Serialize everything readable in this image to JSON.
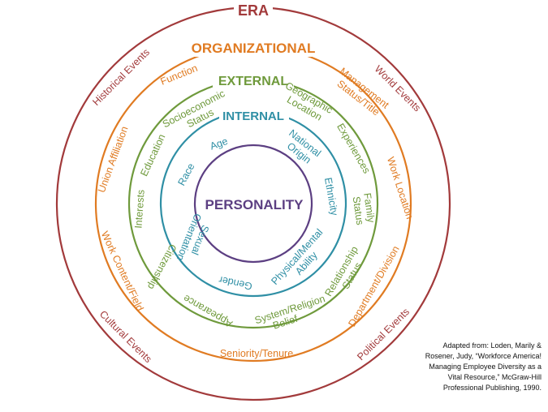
{
  "colors": {
    "era": "#a23a3b",
    "organizational": "#e07b22",
    "external": "#6f9a3c",
    "internal": "#2f8fa5",
    "personality": "#5c3f82"
  },
  "titles": {
    "era": "ERA",
    "organizational": "ORGANIZATIONAL",
    "external": "EXTERNAL",
    "internal": "INTERNAL",
    "personality": "PERSONALITY"
  },
  "internal_labels": [
    "Age",
    "National Origin",
    "Ethnicity",
    "Physical/Mental Ability",
    "Gender",
    "Sexual Orientation",
    "Race"
  ],
  "external_labels": [
    "Socioeconomic Status",
    "Geographic Location",
    "Experiences",
    "Family Status",
    "Relationship Status",
    "Belief System/Religion",
    "Appearance",
    "Citizenship",
    "Interests",
    "Education"
  ],
  "organizational_labels": [
    "Function",
    "Management Status/Title",
    "Work Location",
    "Department/Division",
    "Seniority/Tenure",
    "Work Content/Field",
    "Union Affiliation"
  ],
  "era_labels": [
    "Historical Events",
    "World Events",
    "Political Events",
    "Cultural Events"
  ],
  "credit": [
    "Adapted from: Loden, Marily &",
    "Rosener, Judy, “Workforce America!",
    "Managing Employee Diversity as a",
    "Vital Resource,” McGraw-Hill",
    "Professional Publishing, 1990."
  ]
}
